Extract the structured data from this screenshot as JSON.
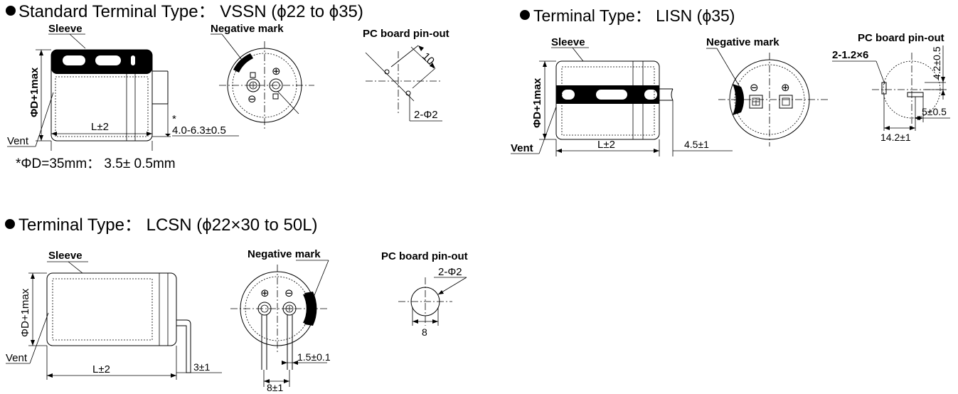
{
  "sections": {
    "vssn": {
      "title": "Standard Terminal Type： VSSN (ϕ22 to ϕ35)",
      "sleeve": "Sleeve",
      "negative_mark": "Negative mark",
      "pc_board": "PC board pin-out",
      "diameter": "ΦD+1max",
      "length": "L±2",
      "vent": "Vent",
      "star": "*",
      "lead_length": "4.0-6.3±0.5",
      "pitch": "10",
      "holes": "2-Φ2",
      "plus": "⊕",
      "minus": "⊖",
      "footnote": "*ΦD=35mm： 3.5± 0.5mm"
    },
    "lisn": {
      "title": "Terminal Type： LISN (ϕ35)",
      "sleeve": "Sleeve",
      "negative_mark": "Negative mark",
      "pc_board": "PC board pin-out",
      "diameter": "ΦD+1max",
      "length": "L±2",
      "vent": "Vent",
      "lead_length": "4.5±1",
      "slots": "2-1.2×6",
      "dim_4_2": "4.2±0.5",
      "dim_5": "5±0.5",
      "dim_14_2": "14.2±1",
      "plus": "⊕",
      "minus": "⊖"
    },
    "lcsn": {
      "title": "Terminal Type： LCSN (ϕ22×30 to 50L)",
      "sleeve": "Sleeve",
      "negative_mark": "Negative mark",
      "pc_board": "PC board pin-out",
      "diameter": "ΦD+1max",
      "length": "L±2",
      "vent": "Vent",
      "lead_length": "3±1",
      "pin_dia": "1.5±0.1",
      "pitch": "8±1",
      "holes": "2-Φ2",
      "hole_pitch": "8",
      "plus": "⊕",
      "minus": "⊖"
    }
  }
}
